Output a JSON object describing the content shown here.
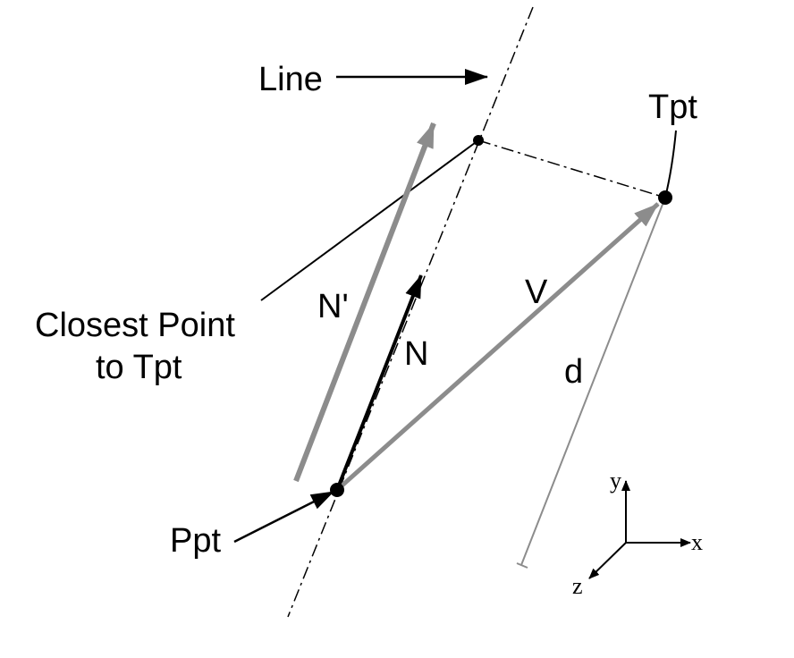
{
  "labels": {
    "line": "Line",
    "tpt": "Tpt",
    "closest_line1": "Closest Point",
    "closest_line2": "to Tpt",
    "n_prime": "N'",
    "n": "N",
    "v": "V",
    "d": "d",
    "ppt": "Ppt"
  },
  "axes": {
    "x": "x",
    "y": "y",
    "z": "z"
  },
  "colors": {
    "black": "#000000",
    "gray": "#8c8c8c"
  }
}
